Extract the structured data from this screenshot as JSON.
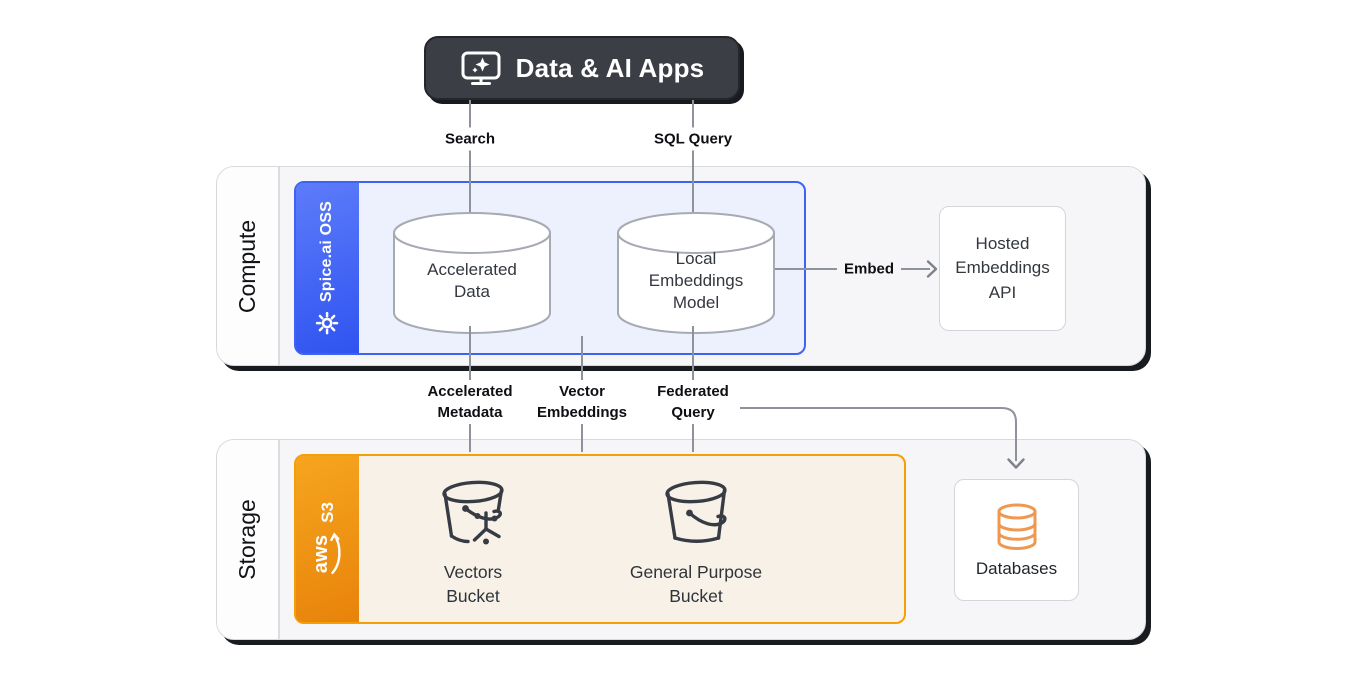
{
  "app": {
    "title": "Data & AI Apps",
    "icon": "monitor-sparkle-icon"
  },
  "edges": {
    "search": "Search",
    "sql_query": "SQL Query",
    "embed": "Embed",
    "accelerated_metadata": "Accelerated\nMetadata",
    "vector_embeddings": "Vector\nEmbeddings",
    "federated_query": "Federated\nQuery"
  },
  "compute": {
    "label": "Compute",
    "spice": {
      "label": "Spice.ai OSS",
      "icon": "spice-gear-icon",
      "nodes": [
        {
          "label": "Accelerated\nData",
          "icon": "cylinder-icon"
        },
        {
          "label": "Local\nEmbeddings\nModel",
          "icon": "cylinder-icon"
        }
      ]
    },
    "hosted_api": {
      "label": "Hosted\nEmbeddings\nAPI"
    }
  },
  "storage": {
    "label": "Storage",
    "s3": {
      "brand": "aws",
      "product": "S3",
      "icon": "aws-smile-icon",
      "buckets": [
        {
          "label": "Vectors\nBucket",
          "icon": "bucket-vectors-icon"
        },
        {
          "label": "General Purpose\nBucket",
          "icon": "bucket-icon"
        }
      ]
    },
    "databases": {
      "label": "Databases",
      "icon": "database-icon"
    }
  },
  "colors": {
    "spice_blue": "#3e63f4",
    "spice_body": "#edf1fe",
    "aws_orange": "#f59e06",
    "aws_body": "#f8f1e7",
    "app_dark": "#3b3e44",
    "connector_gray": "#8e939b",
    "database_icon_orange": "#ef9950"
  }
}
